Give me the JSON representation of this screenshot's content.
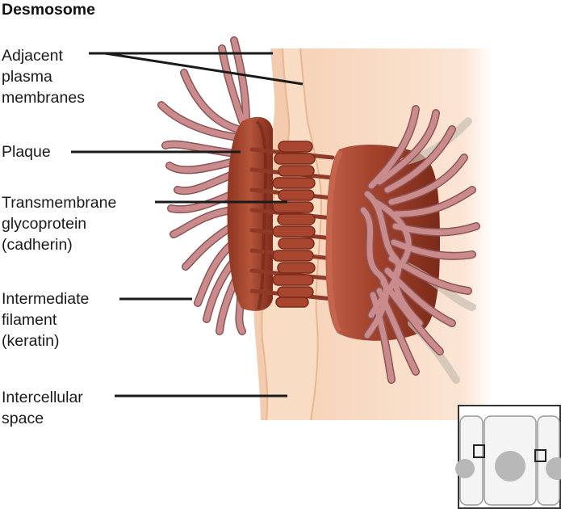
{
  "title": "Desmosome",
  "labels": {
    "adjacent_membranes": "Adjacent\nplasma\nmembranes",
    "plaque": "Plaque",
    "cadherin": "Transmembrane\nglycoprotein\n(cadherin)",
    "keratin": "Intermediate\nfilament\n(keratin)",
    "intercellular_space": "Intercellular\nspace"
  },
  "colors": {
    "cell_light": "#f9dfcb",
    "membrane_fill": "#f4c8a8",
    "plaque": "#a8462f",
    "plaque_dark": "#7d2c1c",
    "filament": "#c88a8a",
    "filament_edge": "#8f5456",
    "leader": "#1a1a1a",
    "inset_stroke": "#333333",
    "nucleus": "#b8b8b8"
  },
  "icons": [
    "inset-cell-diagram-icon"
  ]
}
